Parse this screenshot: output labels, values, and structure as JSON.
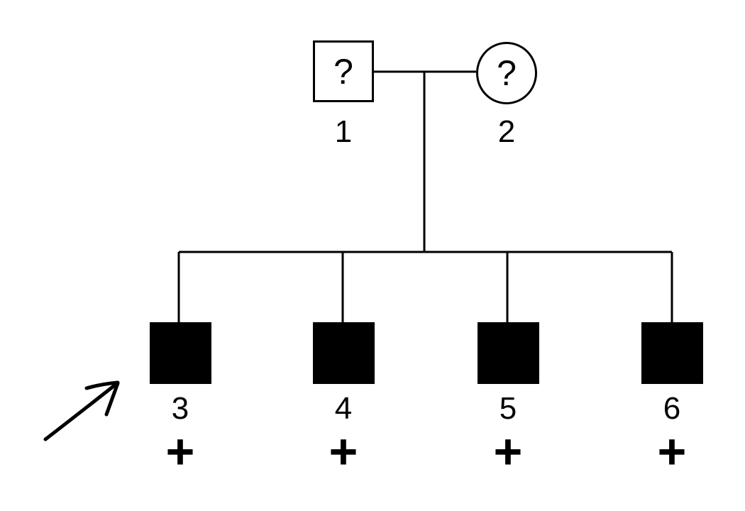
{
  "diagram": {
    "kind": "pedigree-chart",
    "colors": {
      "background": "#ffffff",
      "line": "#000000",
      "affected_fill": "#000000"
    }
  },
  "generation1": [
    {
      "label": "1",
      "symbol": "square-male-unfilled",
      "symbol_text": "?"
    },
    {
      "label": "2",
      "symbol": "circle-female-unfilled",
      "symbol_text": "?"
    }
  ],
  "generation2": [
    {
      "label": "3",
      "symbol": "square-male-filled",
      "marker": "+",
      "proband": true
    },
    {
      "label": "4",
      "symbol": "square-male-filled",
      "marker": "+",
      "proband": false
    },
    {
      "label": "5",
      "symbol": "square-male-filled",
      "marker": "+",
      "proband": false
    },
    {
      "label": "6",
      "symbol": "square-male-filled",
      "marker": "+",
      "proband": false
    }
  ]
}
